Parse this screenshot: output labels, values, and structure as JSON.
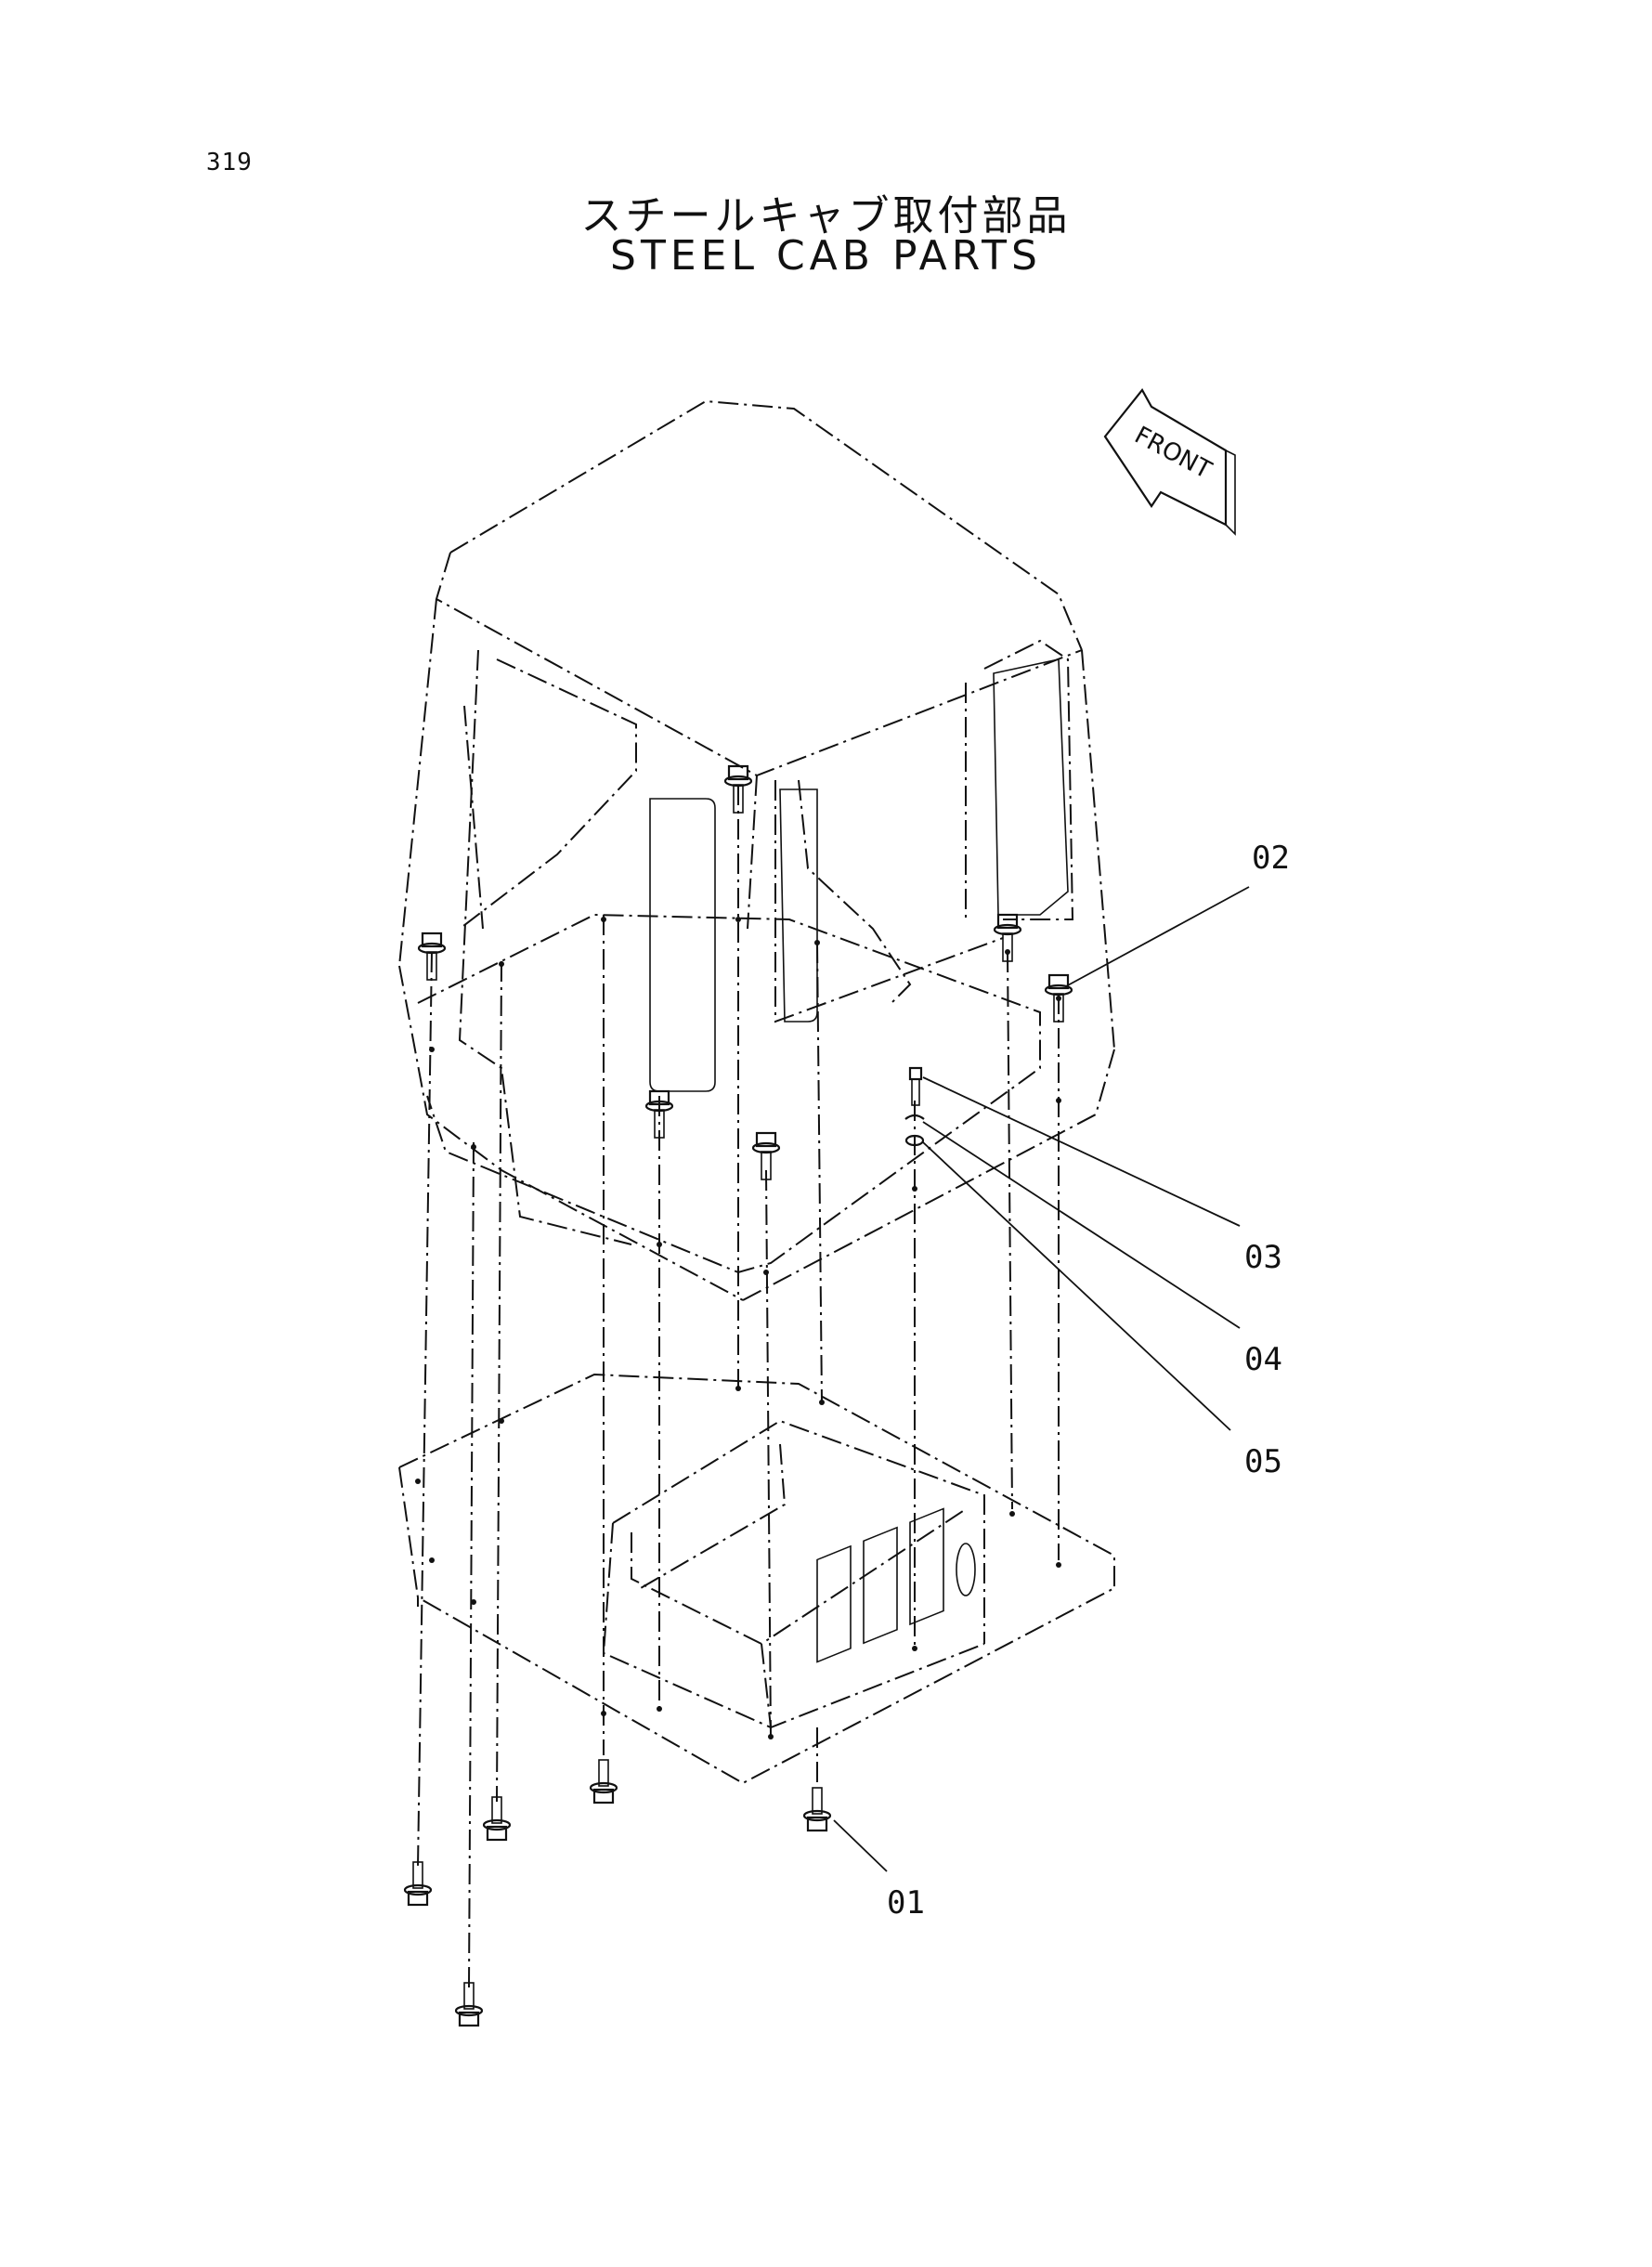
{
  "page": {
    "number": "319"
  },
  "title": {
    "japanese": "スチールキャブ取付部品",
    "english": "STEEL CAB PARTS"
  },
  "front_arrow": {
    "label": "FRONT"
  },
  "part_callouts": [
    "01",
    "02",
    "03",
    "04",
    "05"
  ]
}
